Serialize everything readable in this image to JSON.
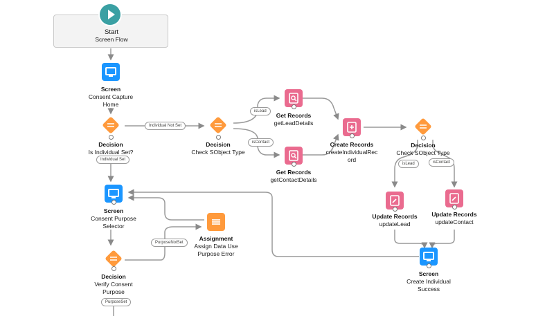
{
  "start": {
    "title": "Start",
    "subtitle": "Screen Flow",
    "icon": "play-icon",
    "color": "#3aa0a3"
  },
  "colors": {
    "screen": "#1b96ff",
    "decision": "#ff9a3c",
    "records": "#ea6b8f",
    "assignment": "#ff9a3c",
    "connector": "#9a9a9a"
  },
  "nodes": {
    "screen_home": {
      "type": "Screen",
      "label": "Consent Capture\nHome",
      "icon": "screen-icon"
    },
    "decision_indiv": {
      "type": "Decision",
      "label": "Is Individual Set?",
      "icon": "decision-icon"
    },
    "decision_sobject": {
      "type": "Decision",
      "label": "Check SObject Type",
      "icon": "decision-icon"
    },
    "get_lead": {
      "type": "Get Records",
      "label": "getLeadDetails",
      "icon": "get-records-icon"
    },
    "get_contact": {
      "type": "Get Records",
      "label": "getContactDetails",
      "icon": "get-records-icon"
    },
    "create_indiv": {
      "type": "Create Records",
      "label": "createIndividualRec\nord",
      "icon": "create-records-icon"
    },
    "decision_sobject2": {
      "type": "Decision",
      "label": "Check SObject Type",
      "icon": "decision-icon"
    },
    "update_lead": {
      "type": "Update Records",
      "label": "updateLead",
      "icon": "update-records-icon"
    },
    "update_contact": {
      "type": "Update Records",
      "label": "updateContact",
      "icon": "update-records-icon"
    },
    "screen_purpose": {
      "type": "Screen",
      "label": "Consent Purpose\nSelector",
      "icon": "screen-icon"
    },
    "assignment": {
      "type": "Assignment",
      "label": "Assign Data Use\nPurpose Error",
      "icon": "assignment-icon"
    },
    "decision_verify": {
      "type": "Decision",
      "label": "Verify Consent\nPurpose",
      "icon": "decision-icon"
    },
    "screen_success": {
      "type": "Screen",
      "label": "Create Individual\nSuccess",
      "icon": "screen-icon"
    }
  },
  "connector_labels": {
    "individual_set": "Individual Set",
    "individual_not_set": "Individual Not Set",
    "is_lead": "isLead",
    "is_contact": "isContact",
    "is_lead_2": "isLead",
    "is_contact_2": "isContact",
    "purpose_not_set": "PurposeNotSet",
    "purpose_set": "PurposeSet"
  }
}
